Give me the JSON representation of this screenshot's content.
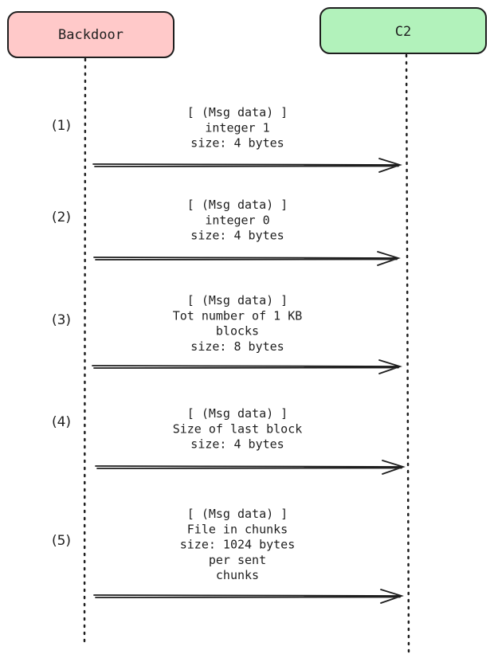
{
  "participants": [
    {
      "name": "Backdoor",
      "fill": "#ffc9c9"
    },
    {
      "name": "C2",
      "fill": "#b2f2bb"
    }
  ],
  "messages": [
    {
      "number": "(1)",
      "lines": [
        "[ (Msg data) ]",
        "integer 1",
        "size: 4  bytes"
      ]
    },
    {
      "number": "(2)",
      "lines": [
        "[ (Msg data) ]",
        "integer 0",
        "size: 4  bytes"
      ]
    },
    {
      "number": "(3)",
      "lines": [
        "[ (Msg data) ]",
        "Tot number of 1 KB",
        "blocks",
        "size: 8  bytes"
      ]
    },
    {
      "number": "(4)",
      "lines": [
        "[ (Msg data) ]",
        "Size of last block",
        "size: 4  bytes"
      ]
    },
    {
      "number": "(5)",
      "lines": [
        "[ (Msg data) ]",
        "File in chunks",
        "size: 1024  bytes",
        "per sent",
        "chunks"
      ]
    }
  ],
  "colors": {
    "stroke": "#1e1e1e"
  }
}
